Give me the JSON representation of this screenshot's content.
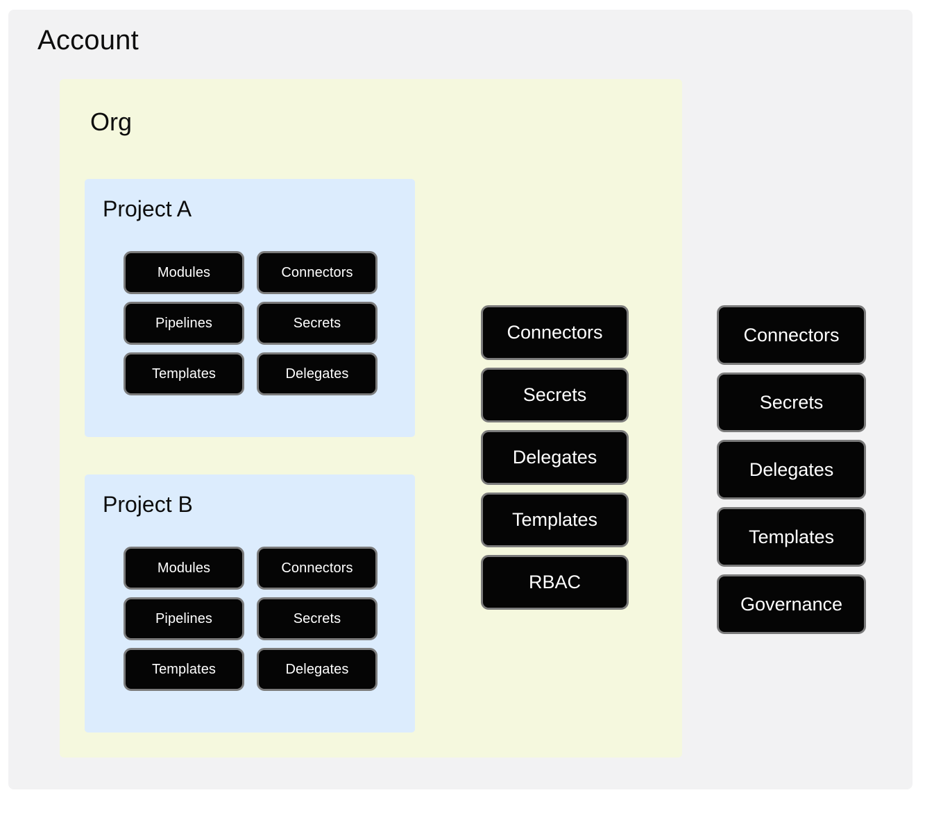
{
  "diagram": {
    "type": "nested-hierarchy",
    "levels": [
      "Account",
      "Org",
      "Project"
    ],
    "colors": {
      "account_bg": "#f2f2f3",
      "org_bg": "#f5f8de",
      "project_bg": "#dcecfd",
      "button_fill": "#050505",
      "button_border": "#7b7b7b",
      "button_text": "#ffffff",
      "page_bg": "#ffffff"
    }
  },
  "account": {
    "title": "Account",
    "resources": [
      {
        "label": "Connectors"
      },
      {
        "label": "Secrets"
      },
      {
        "label": "Delegates"
      },
      {
        "label": "Templates"
      },
      {
        "label": "Governance"
      }
    ]
  },
  "org": {
    "title": "Org",
    "resources": [
      {
        "label": "Connectors"
      },
      {
        "label": "Secrets"
      },
      {
        "label": "Delegates"
      },
      {
        "label": "Templates"
      },
      {
        "label": "RBAC"
      }
    ]
  },
  "projects": [
    {
      "title": "Project A",
      "resources": [
        {
          "label": "Modules"
        },
        {
          "label": "Connectors"
        },
        {
          "label": "Pipelines"
        },
        {
          "label": "Secrets"
        },
        {
          "label": "Templates"
        },
        {
          "label": "Delegates"
        }
      ]
    },
    {
      "title": "Project B",
      "resources": [
        {
          "label": "Modules"
        },
        {
          "label": "Connectors"
        },
        {
          "label": "Pipelines"
        },
        {
          "label": "Secrets"
        },
        {
          "label": "Templates"
        },
        {
          "label": "Delegates"
        }
      ]
    }
  ]
}
